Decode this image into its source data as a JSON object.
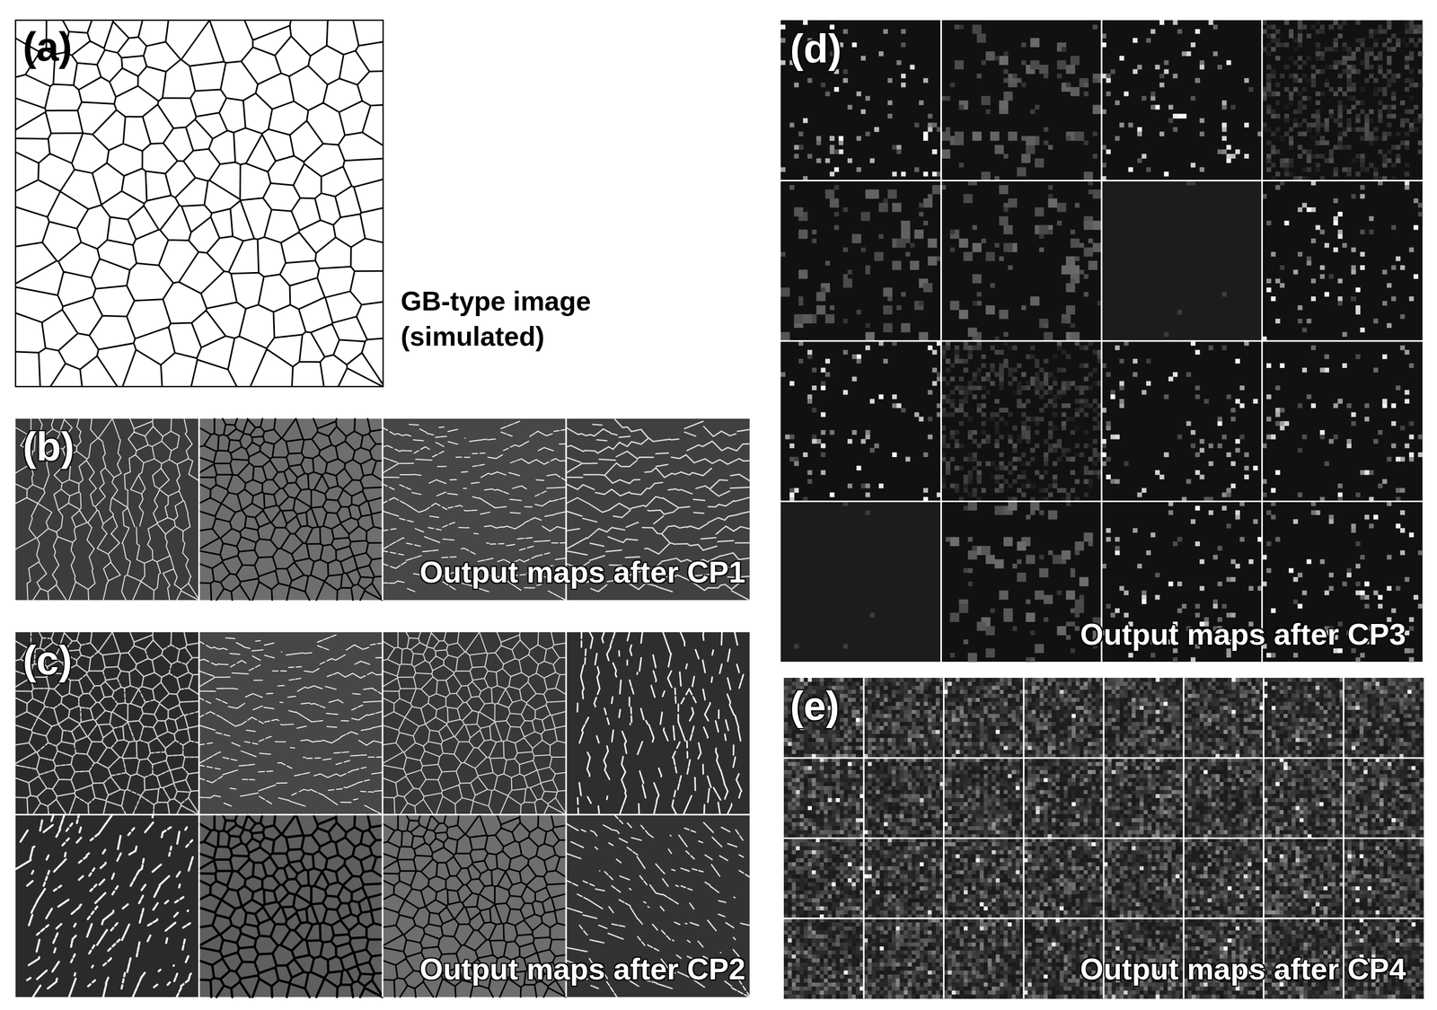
{
  "diagram": {
    "labels": [
      "(a)",
      "GB-type image (simulated)",
      "(b)",
      "Output maps after CP1",
      "(c)",
      "Output maps after CP2",
      "(d)",
      "Output maps after CP3",
      "(e)",
      "Output maps after CP4"
    ]
  }
}
